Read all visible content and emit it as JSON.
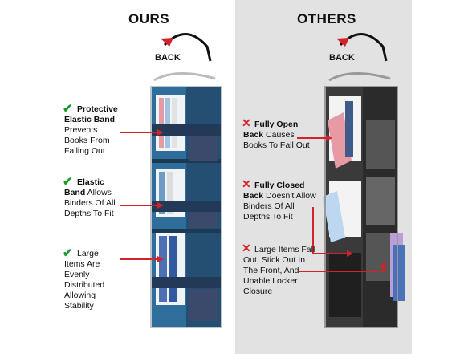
{
  "left": {
    "heading": "OURS",
    "back_label": "BACK",
    "features": [
      {
        "bold": "Protective Elastic Band",
        "rest": " Prevents Books From Falling Out"
      },
      {
        "bold": "Elastic Band",
        "rest": " Allows Binders Of All Depths To Fit"
      },
      {
        "bold": "",
        "rest": "Large Items Are Evenly Distributed Allowing Stability"
      }
    ]
  },
  "right": {
    "heading": "OTHERS",
    "back_label": "BACK",
    "issues": [
      {
        "bold": "Fully Open Back",
        "rest": " Causes Books To Fall Out"
      },
      {
        "bold": "Fully Closed Back",
        "rest": " Doesn't Allow Binders Of All Depths To Fit"
      },
      {
        "bold": "",
        "rest": "Large Items Fall Out, Stick Out In The Front, And Unable Locker Closure"
      }
    ]
  },
  "colors": {
    "ours_organizer": "#2f6e9a",
    "others_organizer": "#3a3a3a",
    "callout_line": "#d3222a",
    "check": "#1a9a2a"
  }
}
